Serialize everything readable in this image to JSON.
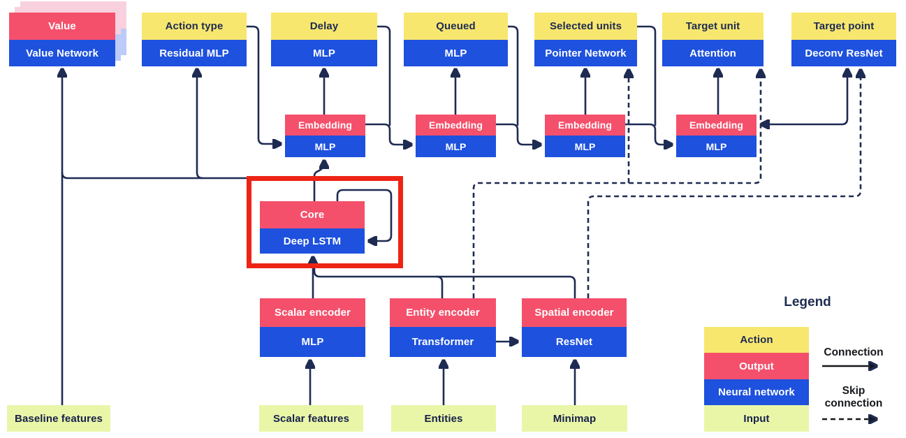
{
  "nodes": {
    "value": {
      "output": "Value",
      "network": "Value Network"
    },
    "heads": [
      {
        "action": "Action type",
        "network": "Residual MLP"
      },
      {
        "action": "Delay",
        "network": "MLP"
      },
      {
        "action": "Queued",
        "network": "MLP"
      },
      {
        "action": "Selected units",
        "network": "Pointer Network"
      },
      {
        "action": "Target unit",
        "network": "Attention"
      },
      {
        "action": "Target point",
        "network": "Deconv ResNet"
      }
    ],
    "embeddings": [
      {
        "output": "Embedding",
        "network": "MLP"
      },
      {
        "output": "Embedding",
        "network": "MLP"
      },
      {
        "output": "Embedding",
        "network": "MLP"
      },
      {
        "output": "Embedding",
        "network": "MLP"
      }
    ],
    "core": {
      "output": "Core",
      "network": "Deep LSTM"
    },
    "encoders": [
      {
        "output": "Scalar encoder",
        "network": "MLP"
      },
      {
        "output": "Entity encoder",
        "network": "Transformer"
      },
      {
        "output": "Spatial encoder",
        "network": "ResNet"
      }
    ],
    "inputs": [
      {
        "label": "Baseline features"
      },
      {
        "label": "Scalar features"
      },
      {
        "label": "Entities"
      },
      {
        "label": "Minimap"
      }
    ]
  },
  "legend": {
    "title": "Legend",
    "rows": [
      "Action",
      "Output",
      "Neural network",
      "Input"
    ],
    "connection": "Connection",
    "skip1": "Skip",
    "skip2": "connection"
  },
  "colors": {
    "action": "#F8E76E",
    "output": "#F4506B",
    "network": "#1D51DE",
    "input": "#E9F6A8",
    "line": "#1E2B52",
    "highlight": "#ED2414",
    "ghost_output": "#F9D0DE",
    "ghost_network": "#BCCBF8",
    "legend_text": "#15181C"
  }
}
